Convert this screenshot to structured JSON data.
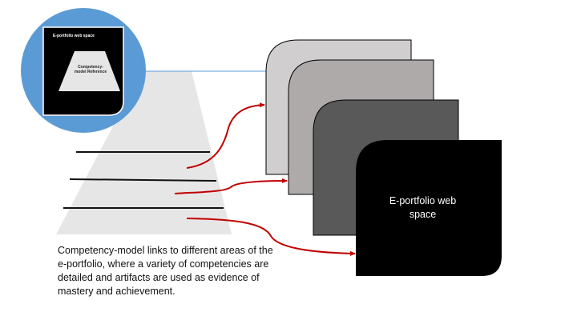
{
  "inset": {
    "title": "E-portfolio web space",
    "reference_label": "Competency-model Reference"
  },
  "stack": {
    "front_card_label": "E-portfolio web space",
    "card_colors": [
      "#d0cece",
      "#aeaaaa",
      "#595959",
      "#000000"
    ]
  },
  "caption": "Competency-model links to different areas of the e-portfolio, where a variety of competencies are detailed and artifacts are used as evidence of mastery and achievement.",
  "colors": {
    "circle": "#5b9bd5",
    "arrow": "#c00000",
    "trapezoid": "#e7e6e6"
  }
}
